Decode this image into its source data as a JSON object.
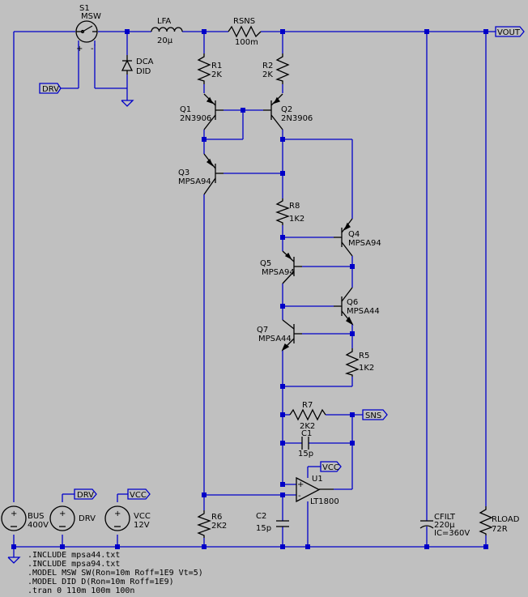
{
  "components": {
    "s1": {
      "ref": "S1",
      "value": "MSW"
    },
    "lfa": {
      "ref": "LFA",
      "value": "20µ"
    },
    "rsns": {
      "ref": "RSNS",
      "value": "100m"
    },
    "dca": {
      "ref": "DCA",
      "value": "DID"
    },
    "r1": {
      "ref": "R1",
      "value": "2K"
    },
    "r2": {
      "ref": "R2",
      "value": "2K"
    },
    "q1": {
      "ref": "Q1",
      "value": "2N3906"
    },
    "q2": {
      "ref": "Q2",
      "value": "2N3906"
    },
    "q3": {
      "ref": "Q3",
      "value": "MPSA94"
    },
    "r8": {
      "ref": "R8",
      "value": "1K2"
    },
    "q4": {
      "ref": "Q4",
      "value": "MPSA94"
    },
    "q5": {
      "ref": "Q5",
      "value": "MPSA94"
    },
    "q6": {
      "ref": "Q6",
      "value": "MPSA44"
    },
    "q7": {
      "ref": "Q7",
      "value": "MPSA44"
    },
    "r5": {
      "ref": "R5",
      "value": "1K2"
    },
    "r7": {
      "ref": "R7",
      "value": "2K2"
    },
    "c1": {
      "ref": "C1",
      "value": "15p"
    },
    "u1": {
      "ref": "U1",
      "value": "LT1800"
    },
    "r6": {
      "ref": "R6",
      "value": "2K2"
    },
    "c2": {
      "ref": "C2",
      "value": "15p"
    },
    "cfilt": {
      "ref": "CFILT",
      "value": "220µ",
      "ic": "IC=360V"
    },
    "rload": {
      "ref": "RLOAD",
      "value": "72R"
    },
    "bus": {
      "ref": "BUS",
      "value": "400V"
    },
    "drv": {
      "ref": "DRV"
    },
    "vcc": {
      "ref": "VCC",
      "value": "12V"
    }
  },
  "net_labels": {
    "vout": "VOUT",
    "drv_sw": "DRV",
    "sns": "SNS",
    "vcc_u1": "VCC",
    "drv_src": "DRV",
    "vcc_src": "VCC"
  },
  "pins": {
    "plus": "+",
    "minus": "-"
  },
  "directives": [
    ".INCLUDE mpsa44.txt",
    ".INCLUDE mpsa94.txt",
    ".MODEL MSW SW(Ron=10m Roff=1E9 Vt=5)",
    ".MODEL DID D(Ron=10m Roff=1E9)",
    ".tran 0 110m 100m 100n"
  ],
  "colors": {
    "background": "#c0c0c0",
    "wire": "#0000c8",
    "component": "#000000",
    "text": "#000000"
  }
}
